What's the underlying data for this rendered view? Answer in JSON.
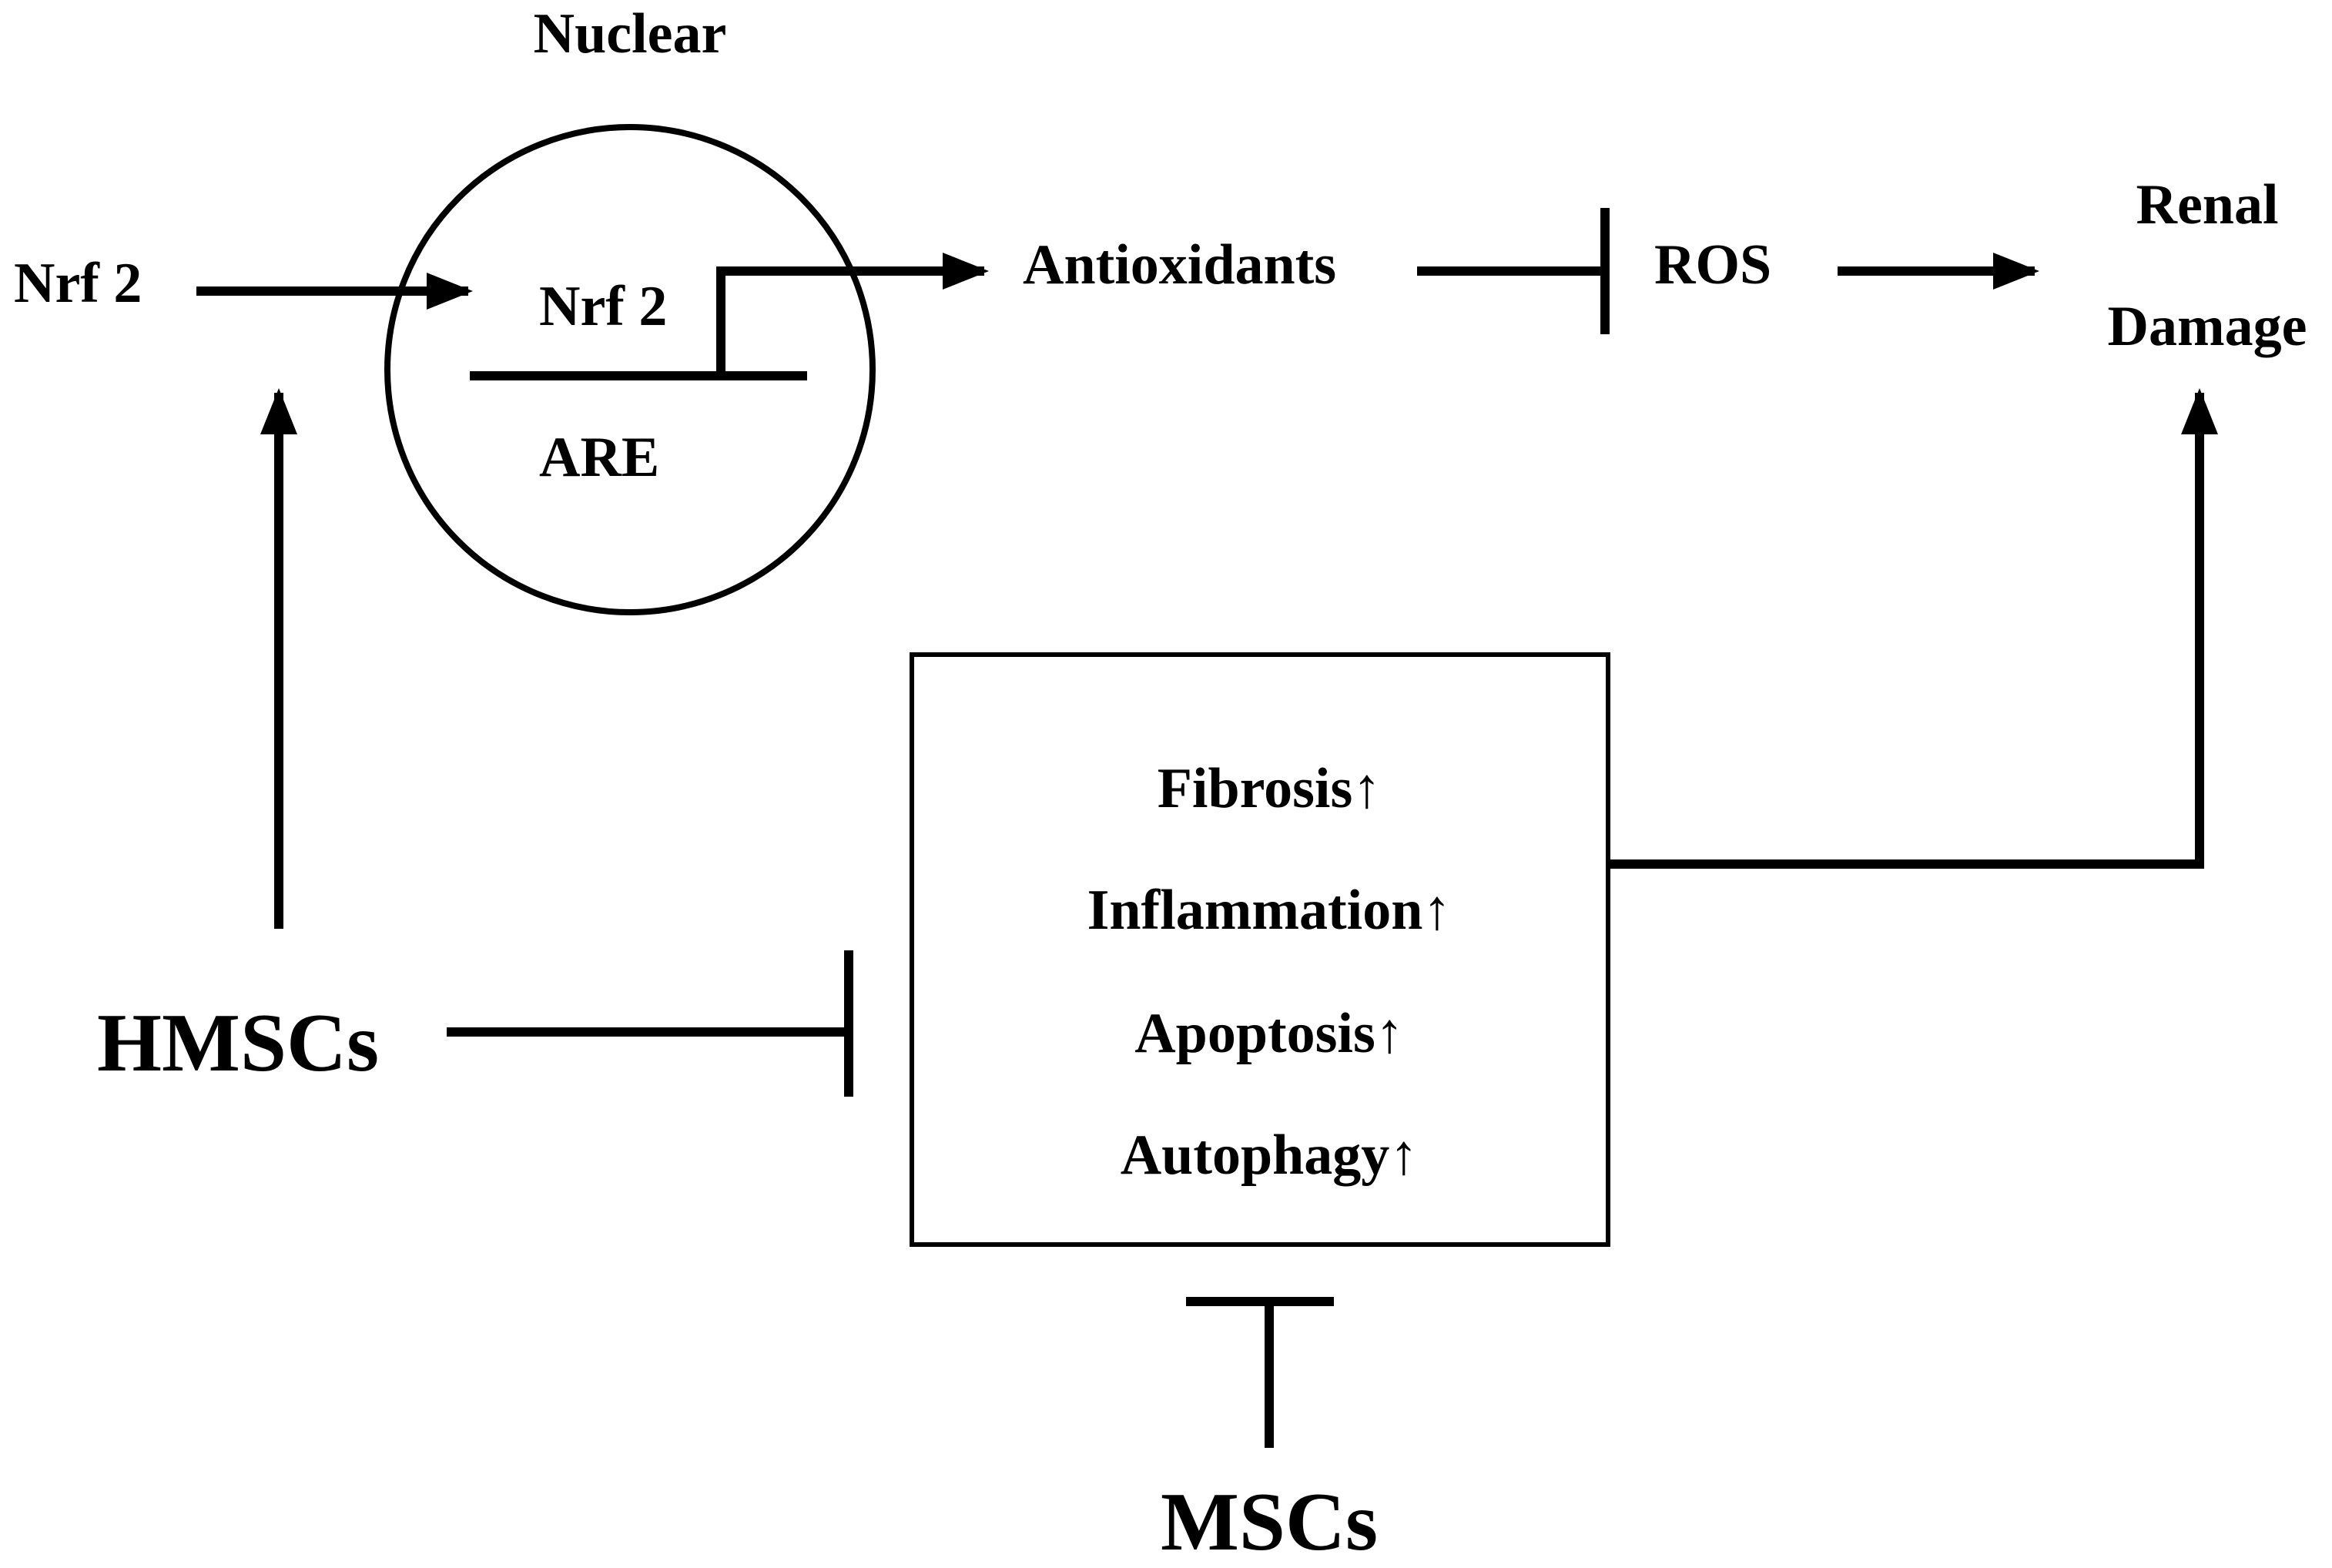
{
  "labels": {
    "nuclear": "Nuclear",
    "nrf2_outside": "Nrf 2",
    "nrf2_inside": "Nrf 2",
    "are": "ARE",
    "antioxidants": "Antioxidants",
    "ros": "ROS",
    "renal_line1": "Renal",
    "renal_line2": "Damage",
    "hmscs": "HMSCs",
    "mscs": "MSCs"
  },
  "box_items": [
    "Fibrosis↑",
    "Inflammation↑",
    "Apoptosis↑",
    "Autophagy↑"
  ],
  "colors": {
    "stroke": "#000000",
    "text": "#000000",
    "background": "#ffffff"
  }
}
